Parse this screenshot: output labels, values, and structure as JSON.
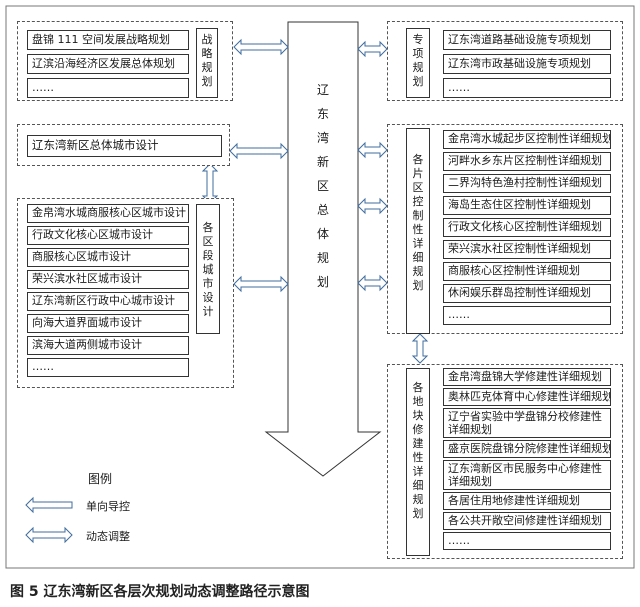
{
  "strategic": {
    "label": "战略规划",
    "items": [
      "盘锦 111 空间发展战略规划",
      "辽滨沿海经济区发展总体规划",
      "……"
    ]
  },
  "special": {
    "label": "专项规划",
    "items": [
      "辽东湾道路基础设施专项规划",
      "辽东湾市政基础设施专项规划",
      "……"
    ]
  },
  "master": {
    "label": "辽东湾新区总体规划"
  },
  "urban_design": {
    "overall": "辽东湾新区总体城市设计",
    "label": "各区段城市设计",
    "items": [
      "金帛湾水城商服核心区城市设计",
      "行政文化核心区城市设计",
      "商服核心区城市设计",
      "荣兴滨水社区城市设计",
      "辽东湾新区行政中心城市设计",
      "向海大道界面城市设计",
      "滨海大道两侧城市设计",
      "……"
    ]
  },
  "regulatory": {
    "label": "各片区控制性详细规划",
    "items": [
      "金帛湾水城起步区控制性详细规划",
      "河畔水乡东片区控制性详细规划",
      "二界沟特色渔村控制性详细规划",
      "海岛生态住区控制性详细规划",
      "行政文化核心区控制性详细规划",
      "荣兴滨水社区控制性详细规划",
      "商服核心区控制性详细规划",
      "休闲娱乐群岛控制性详细规划",
      "……"
    ]
  },
  "constructive": {
    "label": "各地块修建性详细规划",
    "items": [
      "金帛湾盘锦大学修建性详细规划",
      "奥林匹克体育中心修建性详细规划",
      "辽宁省实验中学盘锦分校修建性详细规划",
      "盛京医院盘锦分院修建性详细规划",
      "辽东湾新区市民服务中心修建性详细规划",
      "各居住用地修建性详细规划",
      "各公共开敞空间修建性详细规划",
      "……"
    ]
  },
  "legend": {
    "title": "图例",
    "one_way": "单向导控",
    "two_way": "动态调整"
  },
  "caption": "图 5  辽东湾新区各层次规划动态调整路径示意图"
}
